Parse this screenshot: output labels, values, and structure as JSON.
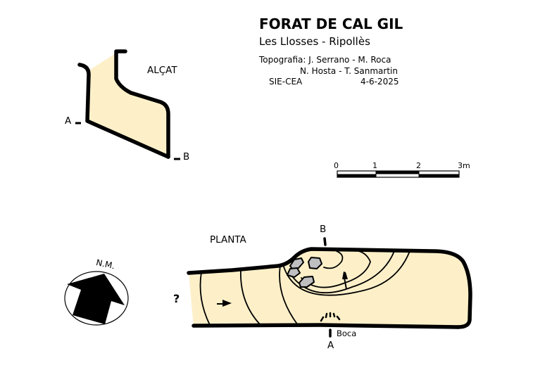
{
  "header": {
    "title": "FORAT DE CAL GIL",
    "subtitle": "Les Llosses  -  Ripollès",
    "credits": {
      "line1": "Topografia: J. Serrano - M. Roca",
      "line2": "N. Hosta - T. Sanmartin",
      "group": "SIE-CEA",
      "date": "4-6-2025"
    }
  },
  "elevation": {
    "label": "ALÇAT",
    "marker_a": "A",
    "marker_b": "B"
  },
  "scale_bar": {
    "ticks": [
      "0",
      "1",
      "2",
      "3m"
    ],
    "unit": "m",
    "segments": 3
  },
  "plan": {
    "label": "PLANTA",
    "marker_a": "A",
    "marker_b": "B",
    "entrance_label": "Boca",
    "unknown_continuation": "?"
  },
  "north_arrow": {
    "label": "N.M.",
    "icon": "north-arrow-icon"
  },
  "colors": {
    "cave_fill": "#FDF0C9",
    "outline": "#000000",
    "rock_fill": "#BFBFC2",
    "background": "#FFFFFF"
  }
}
